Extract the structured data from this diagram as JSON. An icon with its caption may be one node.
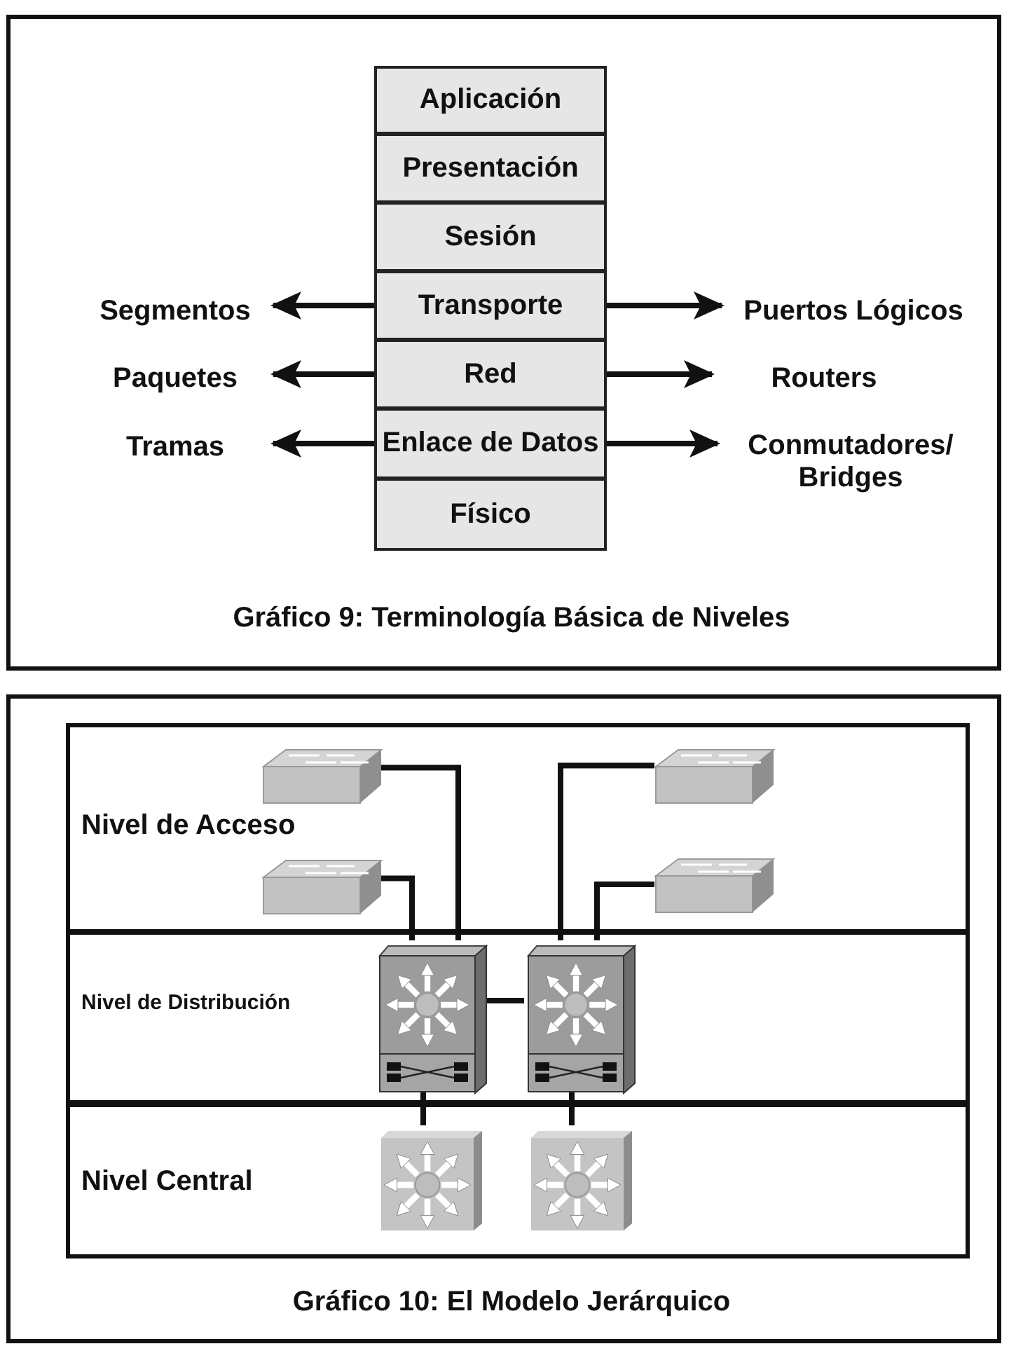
{
  "diagram": {
    "nodes": [
      {
        "text": [
          "Aplicación"
        ]
      },
      {
        "text": [
          "Presentación"
        ]
      },
      {
        "text": [
          "Sesión"
        ]
      },
      {
        "text": [
          "Transporte"
        ]
      },
      {
        "text": [
          "Red"
        ]
      },
      {
        "text": [
          "Enlace de Datos"
        ]
      },
      {
        "text": [
          "Físico"
        ]
      },
      {
        "text": [
          "Segmentos"
        ]
      },
      {
        "text": [
          "Paquetes"
        ]
      },
      {
        "text": [
          "Tramas"
        ]
      },
      {
        "text": [
          "Puertos Lógicos"
        ]
      },
      {
        "text": [
          "Routers"
        ]
      },
      {
        "text": [
          "Conmutadores/ Bridges"
        ]
      },
      {
        "text": [
          "Nivel de Acceso"
        ]
      },
      {
        "text": [
          "Nivel de Distribución"
        ]
      },
      {
        "text": [
          "Nivel Central"
        ]
      },
      {
        "text": [],
        "shape": "switch",
        "in": 13
      },
      {
        "text": [],
        "shape": "switch",
        "in": 13
      },
      {
        "text": [],
        "shape": "switch",
        "in": 13
      },
      {
        "text": [],
        "shape": "switch",
        "in": 13
      },
      {
        "text": [],
        "shape": "stack",
        "in": 14
      },
      {
        "text": [],
        "shape": "stack",
        "in": 14
      },
      {
        "text": [],
        "shape": "cube",
        "in": 15
      },
      {
        "text": [],
        "shape": "cube",
        "in": 15
      }
    ],
    "edges": [
      {
        "from": 3,
        "to": 7,
        "arrow": "to"
      },
      {
        "from": 3,
        "to": 10,
        "arrow": "to"
      },
      {
        "from": 4,
        "to": 8,
        "arrow": "to"
      },
      {
        "from": 4,
        "to": 11,
        "arrow": "to"
      },
      {
        "from": 5,
        "to": 9,
        "arrow": "to"
      },
      {
        "from": 5,
        "to": 12,
        "arrow": "to"
      },
      {
        "from": 16,
        "to": 20,
        "arrow": "none"
      },
      {
        "from": 17,
        "to": 21,
        "arrow": "none"
      },
      {
        "from": 18,
        "to": 20,
        "arrow": "none"
      },
      {
        "from": 19,
        "to": 21,
        "arrow": "none"
      },
      {
        "from": 20,
        "to": 21,
        "arrow": "none"
      },
      {
        "from": 20,
        "to": 22,
        "arrow": "none"
      },
      {
        "from": 21,
        "to": 23,
        "arrow": "none"
      }
    ],
    "labels": [
      "Gráfico 9: Terminología Básica de Niveles",
      "Gráfico 10: El Modelo Jerárquico"
    ]
  }
}
